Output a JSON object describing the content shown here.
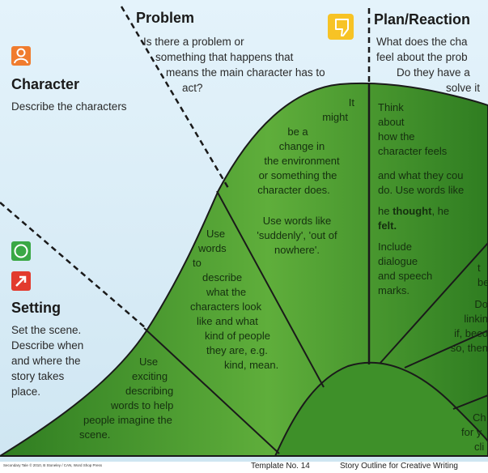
{
  "colors": {
    "sky": "#dbeef8",
    "hill_dark": "#2f7d21",
    "hill_light": "#5fae3b",
    "line": "#1a1a1a",
    "character_icon": "#f07c2e",
    "thumbs_icon": "#f7c325",
    "setting_green_icon": "#3aa845",
    "setting_red_icon": "#e23b2e"
  },
  "icons": {
    "character": "person-icon",
    "plan": "thumbs-down-icon",
    "setting_top": "clock-icon",
    "setting_bottom": "arrow-icon"
  },
  "problem": {
    "title": "Problem",
    "lines": [
      "Is there a problem or",
      "something that happens that",
      "means the main character has to",
      "act?"
    ]
  },
  "plan": {
    "title": "Plan/Reaction",
    "lines": [
      "What does the cha",
      "feel about the prob",
      "Do they have a",
      "solve it"
    ]
  },
  "character": {
    "title": "Character",
    "text": "Describe the characters"
  },
  "setting": {
    "title": "Setting",
    "lines": [
      "Set the scene.",
      "Describe when",
      "and where the",
      "story takes",
      "place."
    ]
  },
  "hill": {
    "top_center": [
      "It",
      "might",
      "be a",
      "change in",
      "the environment",
      "or something the",
      "character does."
    ],
    "top_center_2": [
      "Use words like",
      "'suddenly', 'out of",
      "nowhere'."
    ],
    "middle": [
      "Use",
      "words",
      "to",
      "describe",
      "what the",
      "characters look",
      "like and what",
      "kind of people",
      "they are, e.g.",
      "kind, mean."
    ],
    "bottom_left": [
      "Use",
      "exciting",
      "describing",
      "words to help",
      "people imagine the",
      "scene."
    ],
    "right_top": [
      "Think",
      "about",
      "how the",
      "character feels"
    ],
    "right_mid": [
      "and what they cou",
      "do. Use words like"
    ],
    "right_bold_prefix": "he ",
    "right_bold_word": "thought",
    "right_bold_suffix": ", he",
    "right_bold_word2": "felt.",
    "right_bottom": [
      "Include",
      "dialogue",
      "and speech",
      "marks."
    ],
    "far_right_top": [
      "t",
      "be"
    ],
    "far_right_mid": [
      "Do",
      "linkin",
      "if, beco",
      "so, then"
    ],
    "far_right_bottom": [
      "Ch",
      "for y",
      "cli"
    ]
  },
  "footer": {
    "left": "Secondary Tale © 2010, B Stoneley / CAN, Word Shop Press",
    "template": "Template No. 14",
    "title": "Story Outline for Creative Writing"
  }
}
